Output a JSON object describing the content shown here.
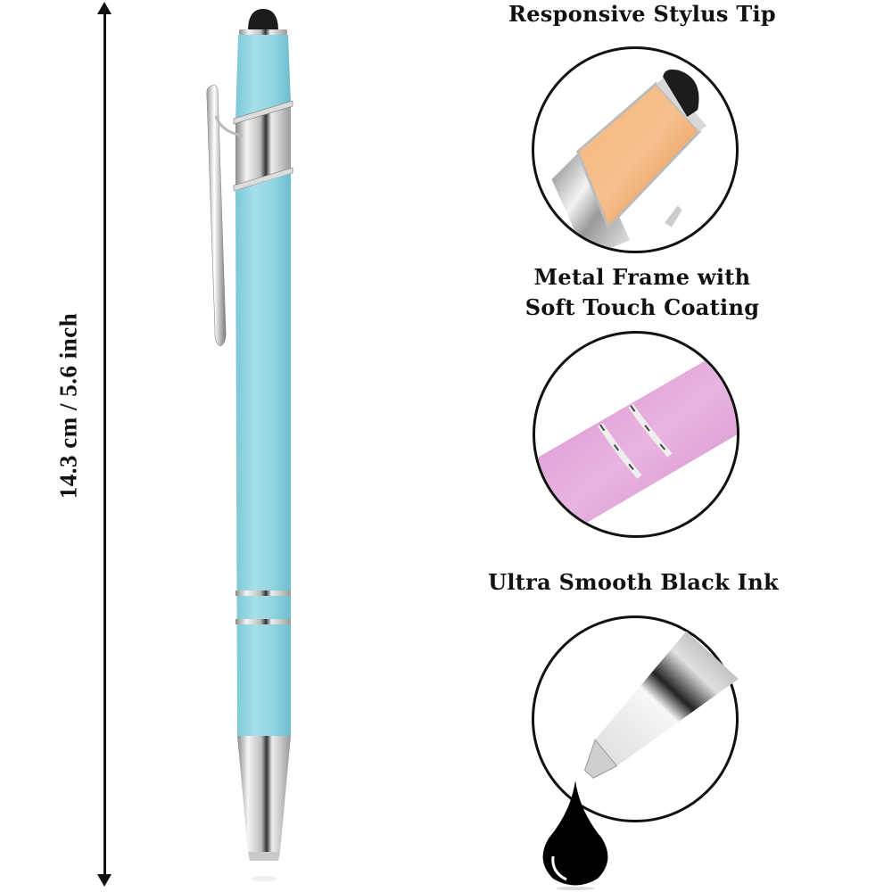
{
  "dimension": {
    "label": "14.3 cm / 5.6 inch",
    "arrow_color": "#111111"
  },
  "pen": {
    "body_color": "#8fd3e0",
    "stylus_tip_color": "#1a1a1a",
    "trim_color": "#c8c8c8",
    "icons": [
      "stylus-tip-icon",
      "pen-clip-icon",
      "metal-ring-icon",
      "ballpoint-cone-icon"
    ]
  },
  "features": [
    {
      "title": "Responsive Stylus Tip",
      "illustration": "orange-stylus-closeup",
      "color": "#f0a25a"
    },
    {
      "title_line1": "Metal Frame with",
      "title_line2": "Soft Touch Coating",
      "illustration": "pink-barrel-rings-closeup",
      "color": "#dea3d6"
    },
    {
      "title": "Ultra Smooth Black Ink",
      "illustration": "ballpoint-tip-ink-drop",
      "color": "#000000"
    }
  ]
}
